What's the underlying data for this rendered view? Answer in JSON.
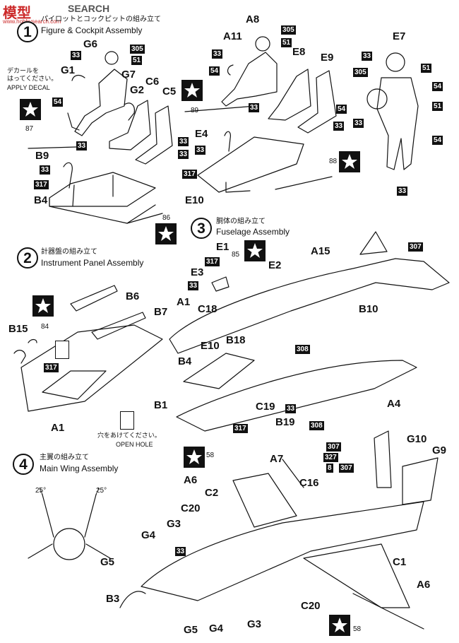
{
  "watermark": {
    "brand": "模型",
    "site_line": "SEARCH",
    "url": "www.hobbysearch.com"
  },
  "steps": {
    "s1": {
      "number": "1",
      "jp": "パイロットとコックピットの組み立て",
      "en": "Figure & Cockpit Assembly"
    },
    "s2": {
      "number": "2",
      "jp": "計器盤の組み立て",
      "en": "Instrument Panel Assembly"
    },
    "s3": {
      "number": "3",
      "jp": "胴体の組み立て",
      "en": "Fuselage Assembly"
    },
    "s4": {
      "number": "4",
      "jp": "主翼の組み立て",
      "en": "Main Wing Assembly"
    }
  },
  "notes": {
    "decal_jp1": "デカールを",
    "decal_jp2": "はってください。",
    "decal_en": "APPLY DECAL",
    "hole_jp": "穴をあけてください。",
    "hole_en": "OPEN HOLE",
    "angle_left": "25°",
    "angle_right": "25°"
  },
  "parts": [
    "G6",
    "G1",
    "G7",
    "G2",
    "C6",
    "C5",
    "B9",
    "B4",
    "A8",
    "A11",
    "E8",
    "E9",
    "E4",
    "E10",
    "E7",
    "B6",
    "B7",
    "B15",
    "A1",
    "E1",
    "E3",
    "A15",
    "E2",
    "C18",
    "A1",
    "B10",
    "E10",
    "B18",
    "B4",
    "B1",
    "C19",
    "B19",
    "A4",
    "A7",
    "G10",
    "G9",
    "C16",
    "A6",
    "C2",
    "C20",
    "G3",
    "G4",
    "G5",
    "B3",
    "G5",
    "G4",
    "G3",
    "C20",
    "C1",
    "A6"
  ],
  "paint_boxes": [
    "305",
    "51",
    "33",
    "54",
    "33",
    "33",
    "317",
    "33",
    "305",
    "51",
    "54",
    "33",
    "54",
    "33",
    "33",
    "317",
    "33",
    "51",
    "305",
    "54",
    "51",
    "33",
    "54",
    "33",
    "317",
    "317",
    "33",
    "307",
    "308",
    "33",
    "308",
    "317",
    "307",
    "327",
    "8",
    "307",
    "33"
  ],
  "ref_numbers": [
    "87",
    "86",
    "89",
    "88",
    "84",
    "85",
    "58",
    "58"
  ],
  "colors": {
    "ink": "#111111",
    "paper": "#ffffff",
    "watermark_red": "#cc2a2a"
  }
}
